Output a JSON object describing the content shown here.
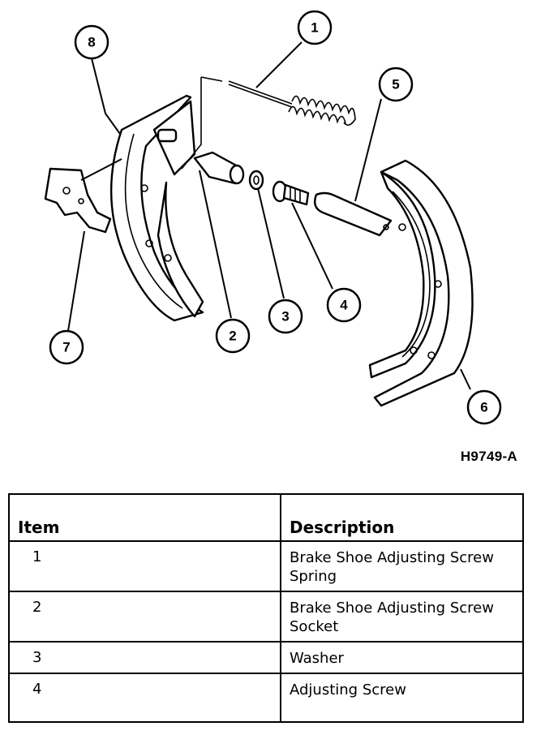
{
  "figure": {
    "code": "H9749-A",
    "callouts": [
      "1",
      "2",
      "3",
      "4",
      "5",
      "6",
      "7",
      "8"
    ]
  },
  "table": {
    "headers": {
      "item": "Item",
      "description": "Description"
    },
    "rows": [
      {
        "item": "1",
        "description": "Brake Shoe Adjusting Screw Spring"
      },
      {
        "item": "2",
        "description": "Brake Shoe Adjusting Screw Socket"
      },
      {
        "item": "3",
        "description": "Washer"
      },
      {
        "item": "4",
        "description": "Adjusting Screw"
      }
    ]
  }
}
